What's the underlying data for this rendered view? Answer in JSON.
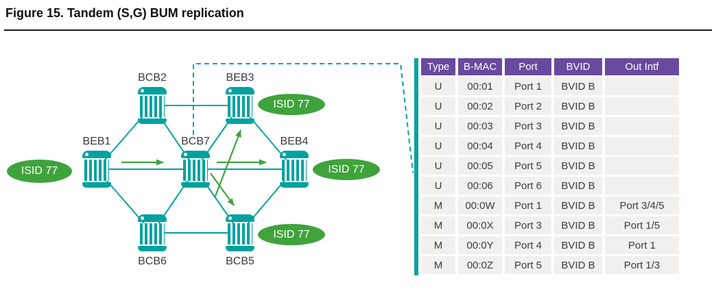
{
  "title": "Figure 15. Tandem (S,G) BUM replication",
  "colors": {
    "teal": "#00a2a0",
    "green": "#3fa33c",
    "purple": "#684a9e",
    "rowbg": "#f1f0ee",
    "textdark": "#3b3b3b",
    "titlecolor": "#101010"
  },
  "diagram": {
    "nodes": [
      {
        "id": "bcb2",
        "label": "BCB2"
      },
      {
        "id": "beb3",
        "label": "BEB3"
      },
      {
        "id": "beb1",
        "label": "BEB1"
      },
      {
        "id": "bcb7",
        "label": "BCB7"
      },
      {
        "id": "beb4",
        "label": "BEB4"
      },
      {
        "id": "bcb6",
        "label": "BCB6"
      },
      {
        "id": "bcb5",
        "label": "BCB5"
      }
    ],
    "isid_labels": [
      {
        "id": "isid-beb1",
        "text": "ISID 77"
      },
      {
        "id": "isid-beb3",
        "text": "ISID 77"
      },
      {
        "id": "isid-beb4",
        "text": "ISID 77"
      },
      {
        "id": "isid-bcb5",
        "text": "ISID 77"
      }
    ]
  },
  "table": {
    "headers": [
      "Type",
      "B-MAC",
      "Port",
      "BVID",
      "Out Intf"
    ],
    "rows": [
      [
        "U",
        "00:01",
        "Port 1",
        "BVID B",
        ""
      ],
      [
        "U",
        "00:02",
        "Port 2",
        "BVID B",
        ""
      ],
      [
        "U",
        "00:03",
        "Port 3",
        "BVID B",
        ""
      ],
      [
        "U",
        "00:04",
        "Port 4",
        "BVID B",
        ""
      ],
      [
        "U",
        "00:05",
        "Port 5",
        "BVID B",
        ""
      ],
      [
        "U",
        "00:06",
        "Port 6",
        "BVID B",
        ""
      ],
      [
        "M",
        "00:0W",
        "Port 1",
        "BVID B",
        "Port 3/4/5"
      ],
      [
        "M",
        "00:0X",
        "Port 3",
        "BVID B",
        "Port 1/5"
      ],
      [
        "M",
        "00:0Y",
        "Port 4",
        "BVID B",
        "Port 1"
      ],
      [
        "M",
        "00:0Z",
        "Port 5",
        "BVID B",
        "Port 1/3"
      ]
    ]
  }
}
